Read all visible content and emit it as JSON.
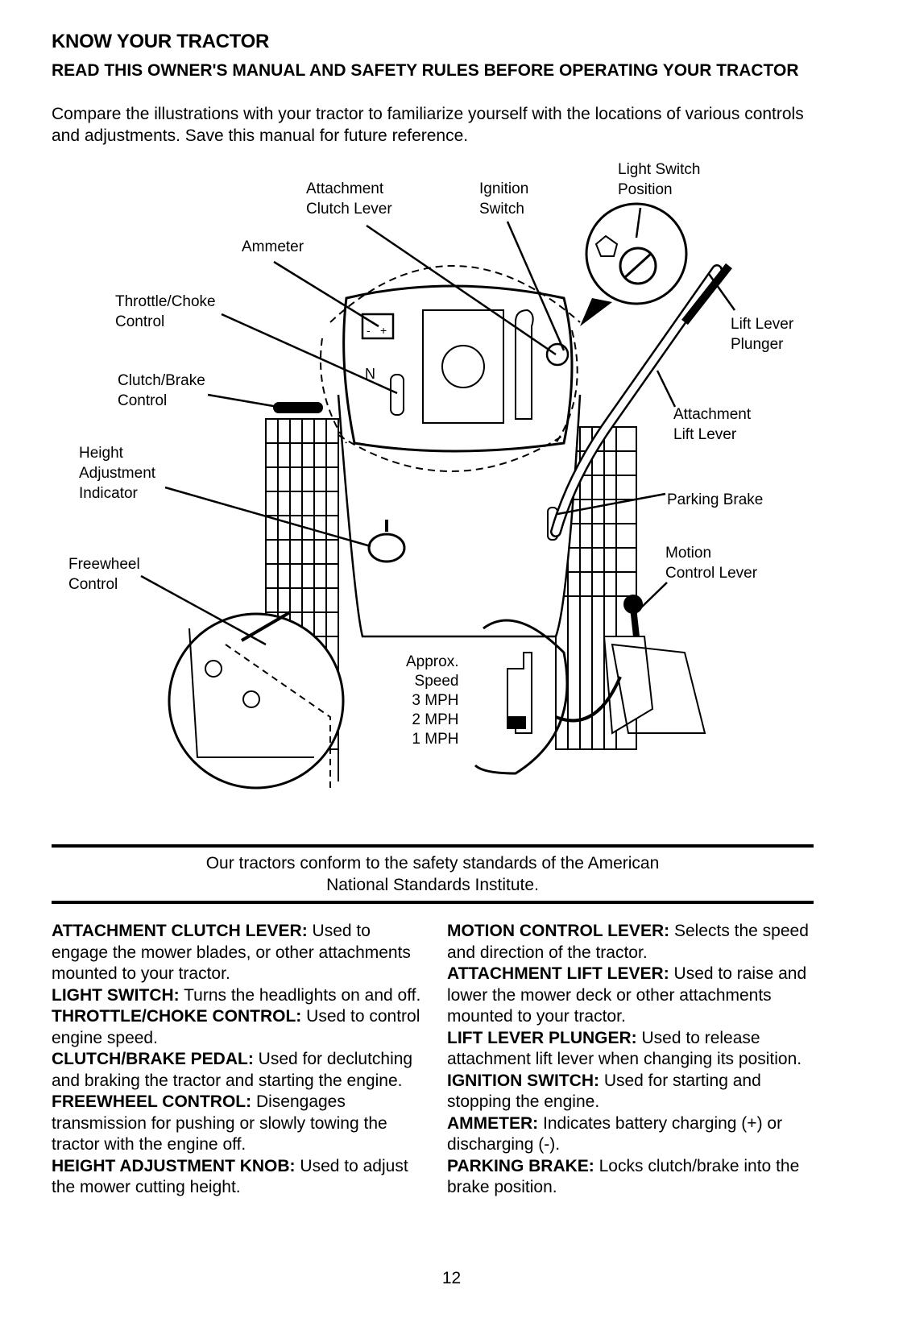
{
  "header": {
    "section_title": "KNOW YOUR TRACTOR",
    "subtitle": "READ THIS OWNER'S MANUAL AND SAFETY RULES BEFORE OPERATING YOUR TRACTOR",
    "intro": "Compare the illustrations with your tractor to familiarize yourself with the locations of various controls and adjustments. Save this manual for future reference."
  },
  "diagram": {
    "labels": {
      "attachment_clutch_lever": [
        "Attachment",
        "Clutch Lever"
      ],
      "ignition_switch": [
        "Ignition",
        "Switch"
      ],
      "light_switch_position": [
        "Light Switch",
        "Position"
      ],
      "ammeter": "Ammeter",
      "throttle_choke": [
        "Throttle/Choke",
        "Control"
      ],
      "lift_lever_plunger": [
        "Lift Lever",
        "Plunger"
      ],
      "clutch_brake": [
        "Clutch/Brake",
        "Control"
      ],
      "attachment_lift_lever": [
        "Attachment",
        "Lift Lever"
      ],
      "height_adjustment": [
        "Height",
        "Adjustment",
        "Indicator"
      ],
      "parking_brake": "Parking Brake",
      "motion_control_lever": [
        "Motion",
        "Control Lever"
      ],
      "freewheel": [
        "Freewheel",
        "Control"
      ],
      "speed_inset": [
        "Approx.",
        "Speed",
        "3 MPH",
        "2 MPH",
        "1 MPH"
      ]
    },
    "gauge_marks": {
      "neutral": "N",
      "minus": "-",
      "plus": "+"
    }
  },
  "standards_note": [
    "Our tractors conform to the safety standards of the American",
    "National Standards Institute."
  ],
  "descriptions_left": [
    {
      "term": "ATTACHMENT CLUTCH LEVER:",
      "text": "Used to engage the mower blades, or other attachments mounted to your tractor."
    },
    {
      "term": "LIGHT SWITCH:",
      "text": "Turns the headlights on and off."
    },
    {
      "term": "THROTTLE/CHOKE CONTROL:",
      "text": "Used to control engine speed."
    },
    {
      "term": "CLUTCH/BRAKE PEDAL:",
      "text": "Used for declutching and braking the tractor and starting the engine."
    },
    {
      "term": "FREEWHEEL CONTROL:",
      "text": "Disengages transmission for pushing or slowly towing the tractor with the engine off."
    },
    {
      "term": "HEIGHT ADJUSTMENT KNOB:",
      "text": "Used to adjust the mower cutting height."
    }
  ],
  "descriptions_right": [
    {
      "term": "MOTION CONTROL LEVER:",
      "text": "Selects the speed and direction of the tractor."
    },
    {
      "term": "ATTACHMENT LIFT LEVER:",
      "text": "Used to raise and lower the mower deck or other attachments mounted to your tractor."
    },
    {
      "term": "LIFT LEVER PLUNGER:",
      "text": "Used to release attachment lift lever when changing its position."
    },
    {
      "term": "IGNITION SWITCH:",
      "text": "Used for starting and stopping the engine."
    },
    {
      "term": "AMMETER:",
      "text": "Indicates battery charging (+) or discharging (-)."
    },
    {
      "term": "PARKING BRAKE:",
      "text": "Locks clutch/brake into the brake position."
    }
  ],
  "page_number": "12"
}
